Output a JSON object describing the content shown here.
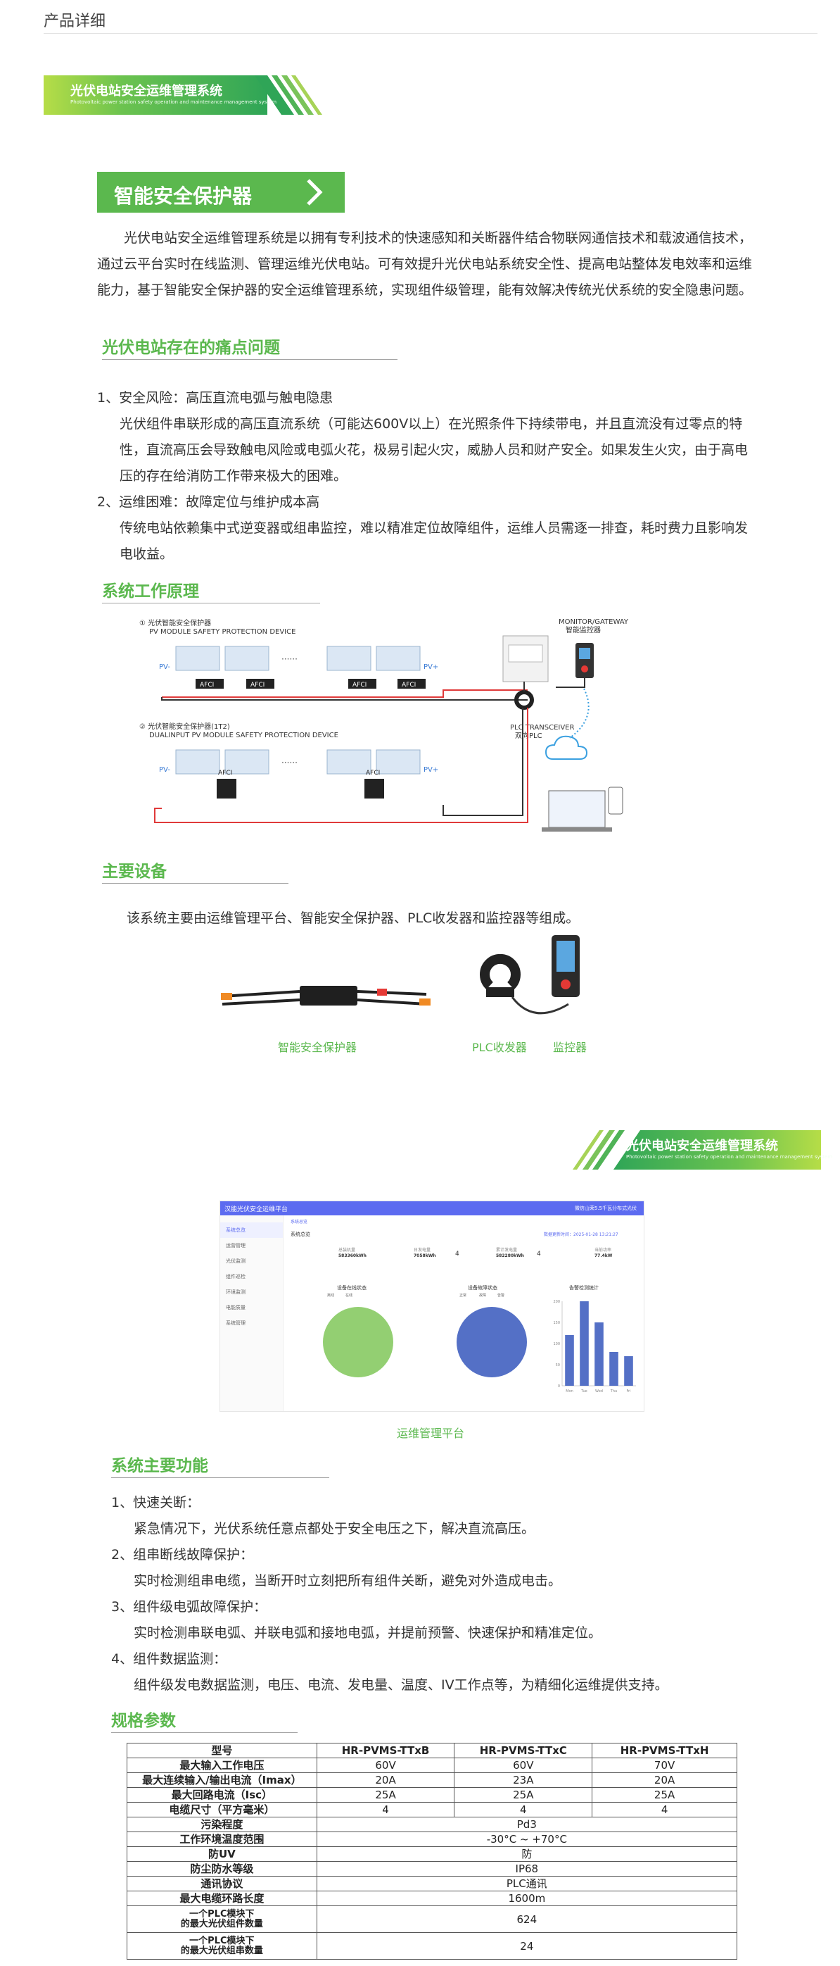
{
  "page": {
    "title": "产品详细"
  },
  "banners": {
    "title": "光伏电站安全运维管理系统",
    "subtitle": "Photovoltaic power station safety operation and maintenance management system"
  },
  "ribbon": {
    "title": "智能安全保护器"
  },
  "intro": "光伏电站安全运维管理系统是以拥有专利技术的快速感知和关断器件结合物联网通信技术和载波通信技术，通过云平台实时在线监测、管理运维光伏电站。可有效提升光伏电站系统安全性、提高电站整体发电效率和运维能力，基于智能安全保护器的安全运维管理系统，实现组件级管理，能有效解决传统光伏系统的安全隐患问题。",
  "pain": {
    "title": "光伏电站存在的痛点问题",
    "items": [
      {
        "head": "1、安全风险：高压直流电弧与触电隐患",
        "body": "光伏组件串联形成的高压直流系统（可能达600V以上）在光照条件下持续带电，并且直流没有过零点的特性，直流高压会导致触电风险或电弧火花，极易引起火灾，威胁人员和财产安全。如果发生火灾，由于高电压的存在给消防工作带来极大的困难。"
      },
      {
        "head": "2、运维困难：故障定位与维护成本高",
        "body": "传统电站依赖集中式逆变器或组串监控，难以精准定位故障组件，运维人员需逐一排查，耗时费力且影响发电收益。"
      }
    ]
  },
  "principle": {
    "title": "系统工作原理",
    "diagram": {
      "label1_cn": "① 光伏智能安全保护器",
      "label1_en": "PV MODULE SAFETY PROTECTION DEVICE",
      "label2_cn": "② 光伏智能安全保护器(1T2)",
      "label2_en": "DUALINPUT PV MODULE SAFETY PROTECTION DEVICE",
      "monitor_en": "MONITOR/GATEWAY",
      "monitor_cn": "智能监控器",
      "plc_en": "PLC TRANSCEIVER",
      "plc_cn": "双向PLC",
      "afci": "AFCI",
      "pv_minus": "PV-",
      "pv_plus": "PV+",
      "dots": "······"
    }
  },
  "equipment": {
    "title": "主要设备",
    "desc": "该系统主要由运维管理平台、智能安全保护器、PLC收发器和监控器等组成。",
    "captions": [
      "智能安全保护器",
      "PLC收发器",
      "监控器"
    ]
  },
  "platform": {
    "caption": "运维管理平台",
    "app_title": "汉能光伏安全运维平台",
    "header_right": "微信山荣5.5千瓦分布式光伏",
    "tab": "系统总览",
    "sidebar": [
      "系统总览",
      "运营管理",
      "光伏监测",
      "组件巡检",
      "环境监测",
      "电能质量",
      "系统管理"
    ],
    "overview": "系统总览",
    "update_time": "数据更新时间：2025-01-28 13:21:27",
    "stats": [
      {
        "label": "总装机量",
        "value": "583360kWh"
      },
      {
        "label": "日发电量",
        "value": "7058kWh"
      },
      {
        "label": "累计发电量",
        "value": "582280kWh"
      },
      {
        "label": "当前功率",
        "value": "77.4kW"
      }
    ],
    "stats_mid": [
      "4",
      "4"
    ],
    "chart1_title": "设备在线状态",
    "chart2_title": "设备故障状态",
    "chart3_title": "告警检测统计",
    "chart1_legend": [
      "离线",
      "在线"
    ],
    "chart2_legend": [
      "正常",
      "故障",
      "告警"
    ],
    "colors": {
      "online": "#93cf72",
      "normal": "#5470c6",
      "header": "#5c6bf0"
    }
  },
  "chart_data": {
    "type": "bar",
    "title": "告警检测统计",
    "categories": [
      "Mon",
      "Tue",
      "Wed",
      "Thu",
      "Fri"
    ],
    "values": [
      120,
      200,
      150,
      80,
      70
    ],
    "ylim": [
      0,
      200
    ],
    "yticks": [
      "200",
      "150",
      "100",
      "50",
      "0"
    ],
    "color": "#5470c6"
  },
  "features": {
    "title": "系统主要功能",
    "items": [
      {
        "head": "1、快速关断：",
        "body": "紧急情况下，光伏系统任意点都处于安全电压之下，解决直流高压。"
      },
      {
        "head": "2、组串断线故障保护：",
        "body": "实时检测组串电缆，当断开时立刻把所有组件关断，避免对外造成电击。"
      },
      {
        "head": "3、组件级电弧故障保护：",
        "body": "实时检测串联电弧、并联电弧和接地电弧，并提前预警、快速保护和精准定位。"
      },
      {
        "head": "4、组件数据监测：",
        "body": "组件级发电数据监测，电压、电流、发电量、温度、IV工作点等，为精细化运维提供支持。"
      }
    ]
  },
  "spec": {
    "title": "规格参数",
    "header": [
      "型号",
      "HR-PVMS-TTxB",
      "HR-PVMS-TTxC",
      "HR-PVMS-TTxH"
    ],
    "rows_multi": [
      [
        "最大输入工作电压",
        "60V",
        "60V",
        "70V"
      ],
      [
        "最大连续输入/输出电流（Imax）",
        "20A",
        "23A",
        "20A"
      ],
      [
        "最大回路电流（Isc）",
        "25A",
        "25A",
        "25A"
      ],
      [
        "电缆尺寸（平方毫米）",
        "4",
        "4",
        "4"
      ]
    ],
    "rows_single": [
      [
        "污染程度",
        "Pd3"
      ],
      [
        "工作环境温度范围",
        "-30°C ~ +70°C"
      ],
      [
        "防UV",
        "防"
      ],
      [
        "防尘防水等级",
        "IP68"
      ],
      [
        "通讯协议",
        "PLC通讯"
      ],
      [
        "最大电缆环路长度",
        "1600m"
      ]
    ],
    "rows_tall": [
      {
        "l1": "一个PLC模块下",
        "l2": "的最大光伏组件数量",
        "v": "624"
      },
      {
        "l1": "一个PLC模块下",
        "l2": "的最大光伏组串数量",
        "v": "24"
      }
    ]
  }
}
